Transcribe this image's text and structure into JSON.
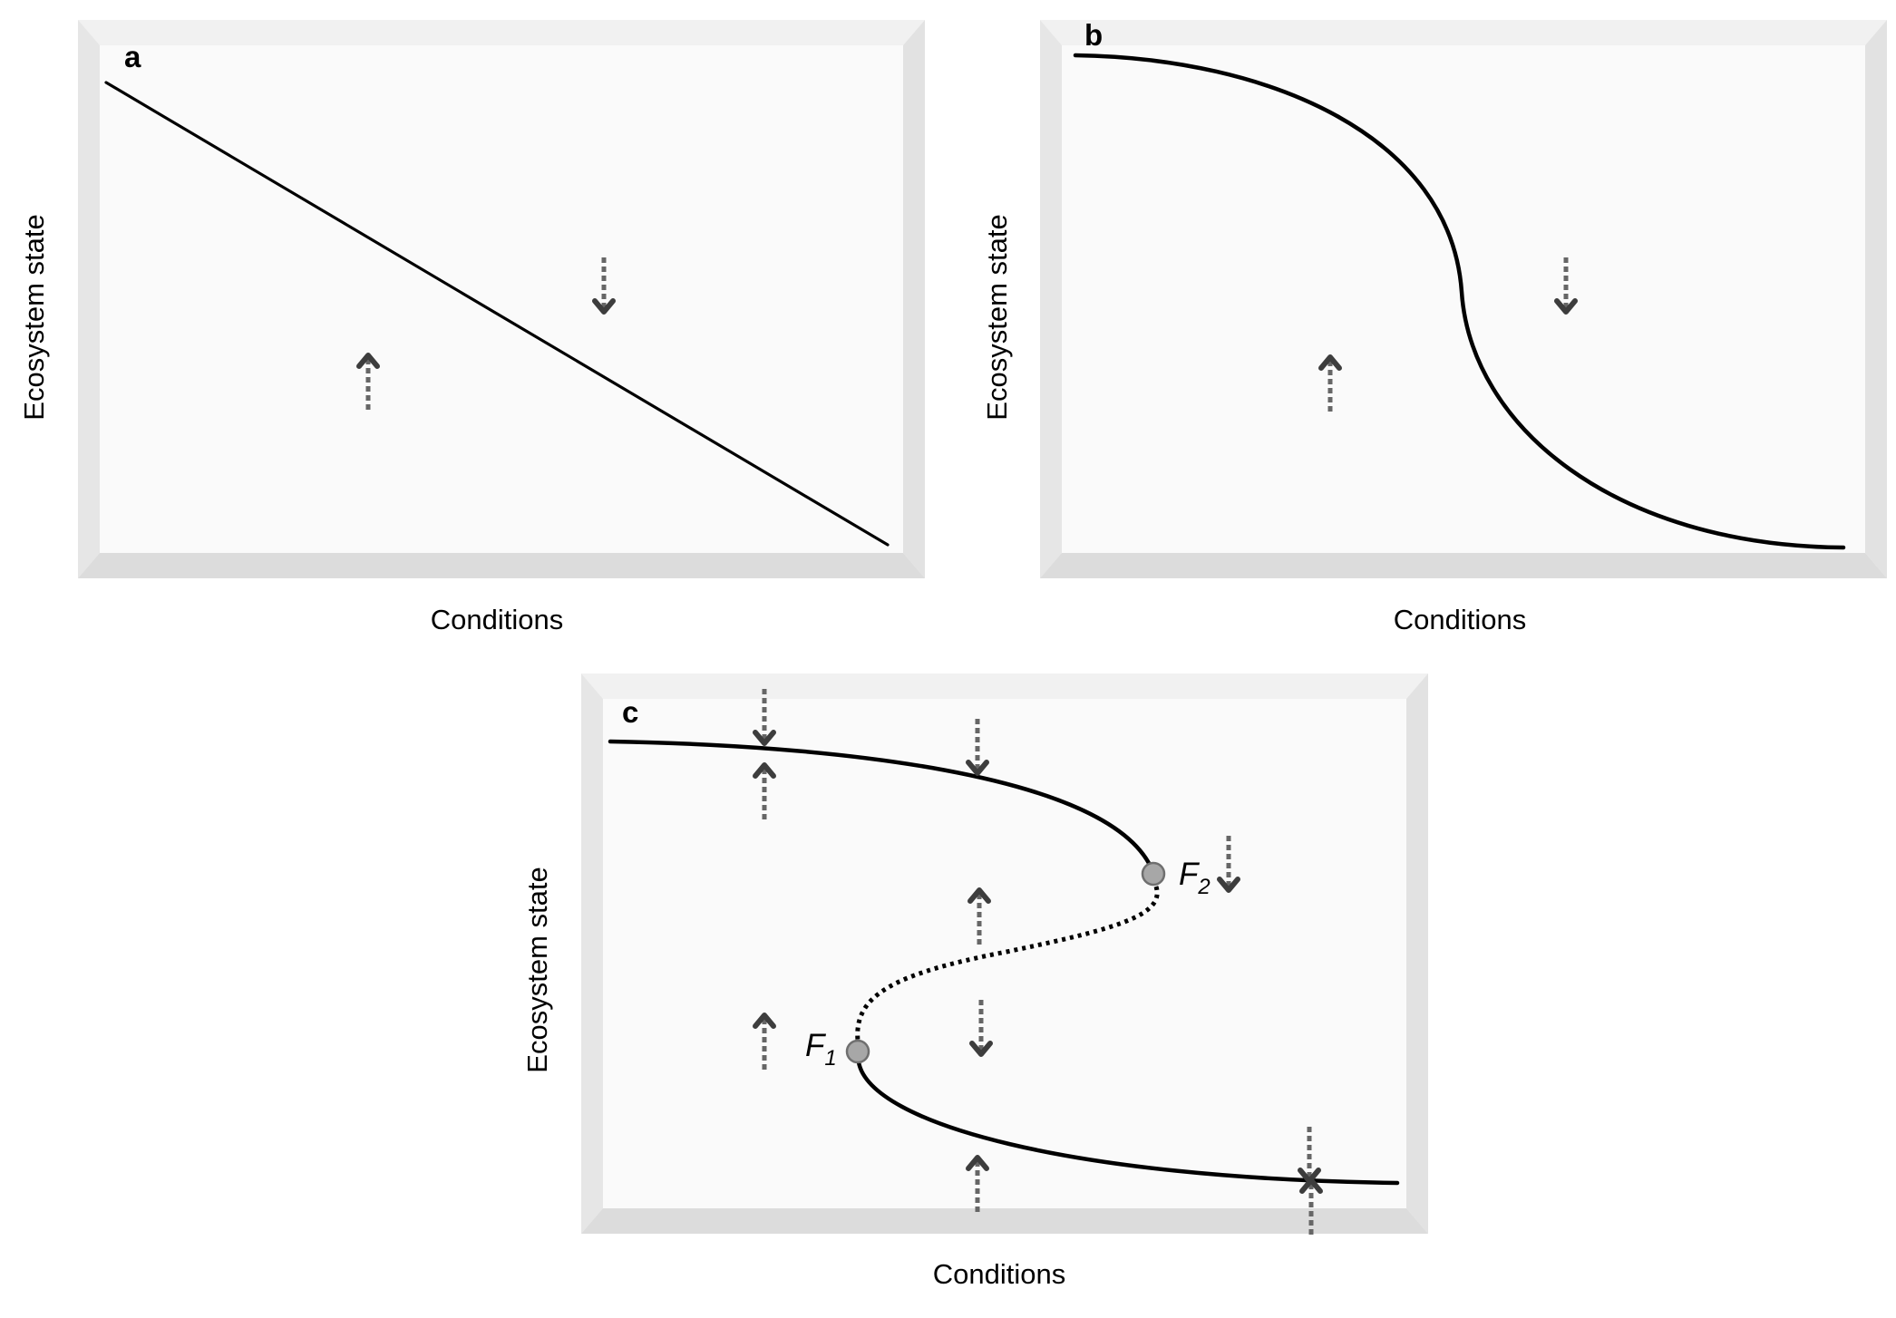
{
  "panels": {
    "a": {
      "letter": "a",
      "x_label": "Conditions",
      "y_label": "Ecosystem state"
    },
    "b": {
      "letter": "b",
      "x_label": "Conditions",
      "y_label": "Ecosystem state"
    },
    "c": {
      "letter": "c",
      "x_label": "Conditions",
      "y_label": "Ecosystem state",
      "fold_points": [
        {
          "main": "F",
          "sub": "1"
        },
        {
          "main": "F",
          "sub": "2"
        }
      ]
    }
  },
  "icons": {
    "up": "up-arrow-icon",
    "down": "down-arrow-icon"
  },
  "colors": {
    "panel_fill": "#f8f8f8",
    "curve": "#000000",
    "arrow": "#3d3d3d",
    "fold_point": "#a7a7a7"
  }
}
